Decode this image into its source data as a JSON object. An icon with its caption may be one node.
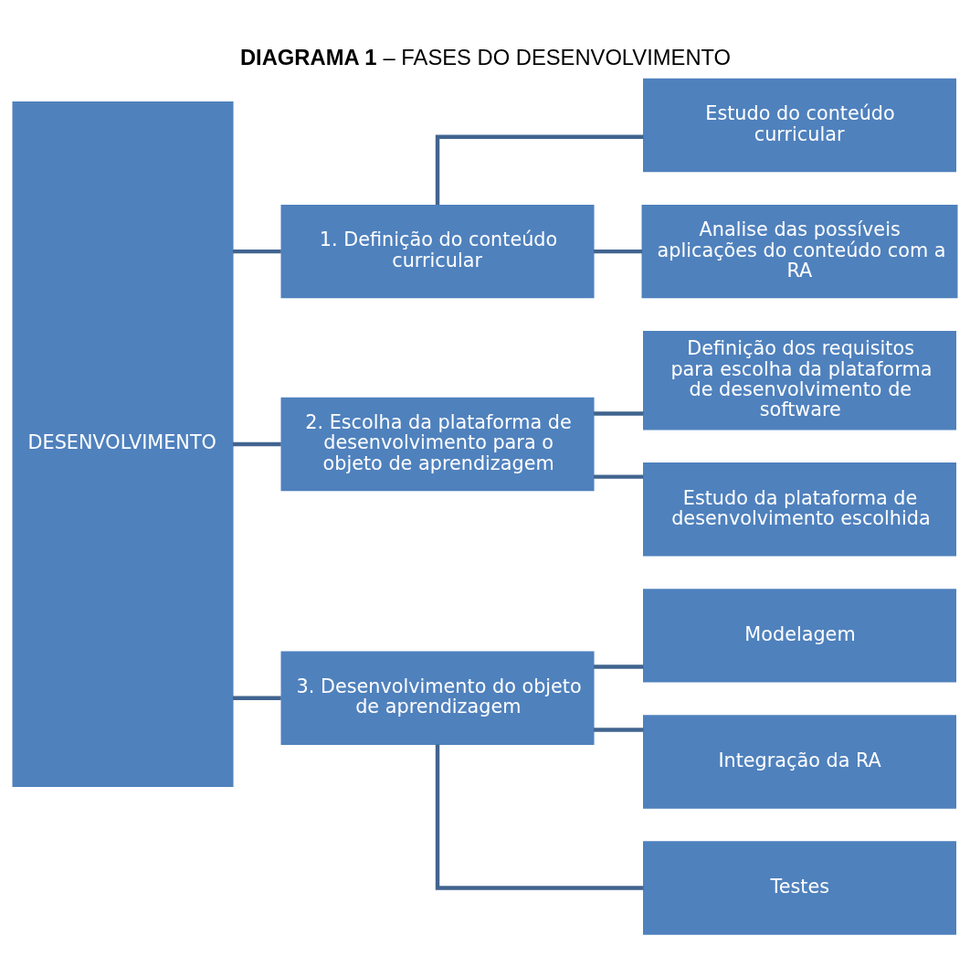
{
  "diagram": {
    "title": "**DIAGRAMA 1** – FASES DO DESENVOLVIMENTO",
    "nodes": [
      {
        "text": [
          "DESENVOLVIMENTO"
        ]
      },
      {
        "text": [
          "1. Definição do conteúdo curricular"
        ]
      },
      {
        "text": [
          "2. Escolha da plataforma de desenvolvimento para o objeto de aprendizagem"
        ]
      },
      {
        "text": [
          "3. Desenvolvimento do objeto de aprendizagem"
        ]
      },
      {
        "text": [
          "Estudo do conteúdo curricular"
        ]
      },
      {
        "text": [
          "Analise das possíveis aplicações do conteúdo com a RA"
        ]
      },
      {
        "text": [
          "Definição dos requisitos para escolha da plataforma de desenvolvimento de software"
        ]
      },
      {
        "text": [
          "Estudo da plataforma de desenvolvimento escolhida"
        ]
      },
      {
        "text": [
          "Modelagem"
        ]
      },
      {
        "text": [
          "Integração da RA"
        ]
      },
      {
        "text": [
          "Testes"
        ]
      }
    ],
    "edges": [
      {
        "from": 0,
        "to": 1,
        "arrow": "none"
      },
      {
        "from": 0,
        "to": 2,
        "arrow": "none"
      },
      {
        "from": 0,
        "to": 3,
        "arrow": "none"
      },
      {
        "from": 1,
        "to": 4,
        "arrow": "none"
      },
      {
        "from": 1,
        "to": 5,
        "arrow": "none"
      },
      {
        "from": 2,
        "to": 6,
        "arrow": "none"
      },
      {
        "from": 2,
        "to": 7,
        "arrow": "none"
      },
      {
        "from": 3,
        "to": 8,
        "arrow": "none"
      },
      {
        "from": 3,
        "to": 9,
        "arrow": "none"
      },
      {
        "from": 3,
        "to": 10,
        "arrow": "none"
      }
    ]
  }
}
